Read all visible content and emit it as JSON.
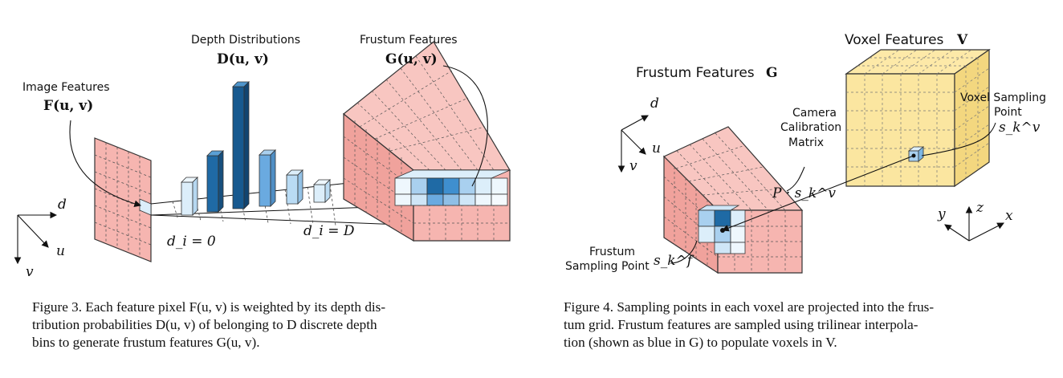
{
  "fig3": {
    "labels": {
      "image_features": "Image Features",
      "image_features_math": "F(u, v)",
      "depth_dist": "Depth Distributions",
      "depth_dist_math": "D(u, v)",
      "frustum_features": "Frustum Features",
      "frustum_features_math": "G(u, v)",
      "d_axis": "d",
      "u_axis": "u",
      "v_axis": "v",
      "d_i_zero": "d_i = 0",
      "d_i_D": "d_i = D"
    },
    "caption": "Figure 3. Each feature pixel F(u, v) is weighted by its depth distribution probabilities D(u, v) of belonging to D discrete depth bins to generate frustum features G(u, v).",
    "caption_lines": [
      "Figure 3. Each feature pixel F(u, v) is weighted by its depth dis-",
      "tribution probabilities D(u, v) of belonging to D discrete depth",
      "bins to generate frustum features G(u, v)."
    ]
  },
  "fig4": {
    "labels": {
      "frustum_features": "Frustum Features",
      "frustum_features_math": "G",
      "voxel_features": "Voxel Features",
      "voxel_features_math": "V",
      "camera_calib_1": "Camera",
      "camera_calib_2": "Calibration",
      "camera_calib_3": "Matrix",
      "voxel_sampling_1": "Voxel Sampling",
      "voxel_sampling_2": "Point",
      "voxel_sampling_math": "s_k^v",
      "projection_math": "P · s_k^v",
      "frustum_sampling_1": "Frustum",
      "frustum_sampling_2": "Sampling Point",
      "frustum_sampling_math": "s_k^f",
      "d_axis": "d",
      "u_axis": "u",
      "v_axis": "v",
      "x_axis": "x",
      "y_axis": "y",
      "z_axis": "z"
    },
    "caption_lines": [
      "Figure 4. Sampling points in each voxel are projected into the frus-",
      "tum grid. Frustum features are sampled using trilinear interpola-",
      "tion (shown as blue in G) to populate voxels in V."
    ]
  },
  "colors": {
    "frustum_red": "#f6b5b0",
    "frustum_red_side": "#f0a29c",
    "voxel_yellow": "#fbe6a0",
    "voxel_yellow_side": "#f3d77f",
    "blue_dark": "#1f6aa5",
    "blue_mid": "#3f8fcf",
    "blue_light": "#a9d0ef",
    "blue_pale": "#dceefa"
  }
}
